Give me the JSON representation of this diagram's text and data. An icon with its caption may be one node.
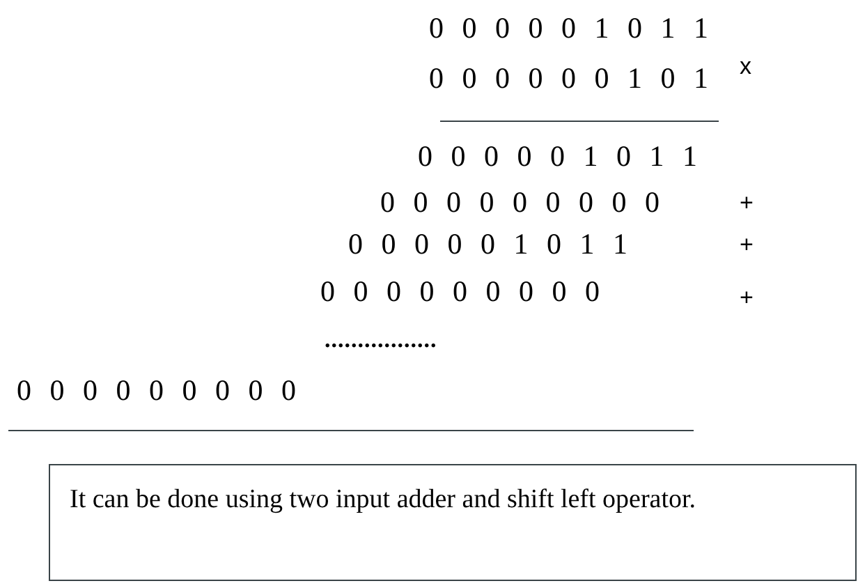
{
  "diagram": {
    "nodes": [
      {
        "text": [
          "It can be done using two input adder and shift left operator."
        ]
      }
    ],
    "labels": [
      "0 0 0 0 0 1 0 1 1",
      "0 0 0 0 0 0 1 0 1",
      "x",
      "0 0 0 0 0 1 0 1 1",
      "0 0 0 0 0 0 0 0 0",
      "+",
      "0 0 0 0 0 1 0 1 1",
      "+",
      "0 0 0 0 0 0 0 0 0",
      "+",
      ".................",
      "0 0 0 0 0 0 0 0 0"
    ]
  }
}
